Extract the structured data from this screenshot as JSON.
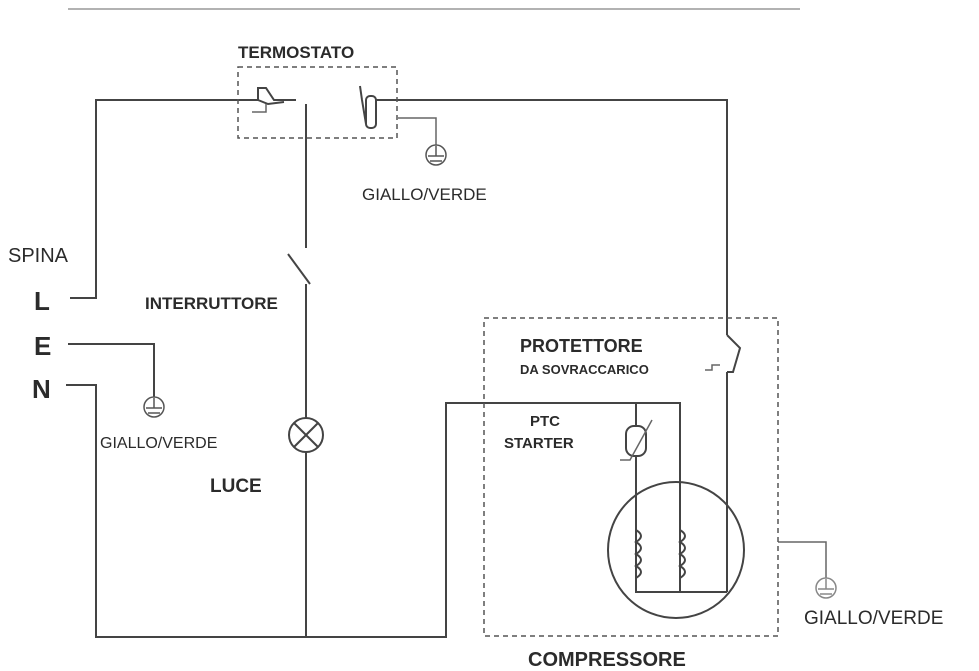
{
  "labels": {
    "termostato": "TERMOSTATO",
    "giallo_verde_top": "GIALLO/VERDE",
    "spina": "SPINA",
    "l": "L",
    "e": "E",
    "n": "N",
    "interruttore": "INTERRUTTORE",
    "giallo_verde_left": "GIALLO/VERDE",
    "luce": "LUCE",
    "protettore": "PROTETTORE",
    "da_sovraccarico": "DA SOVRACCARICO",
    "ptc": "PTC",
    "starter": "STARTER",
    "compressore": "COMPRESSORE",
    "giallo_verde_right": "GIALLO/VERDE"
  }
}
